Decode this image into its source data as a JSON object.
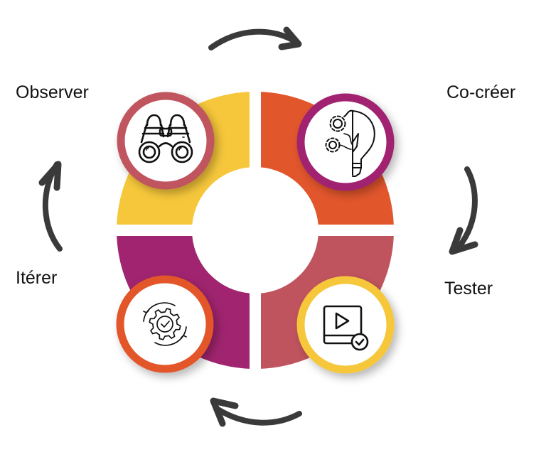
{
  "diagram": {
    "type": "cycle",
    "direction": "clockwise",
    "steps": [
      {
        "id": "observer",
        "label": "Observer",
        "icon": "binoculars-icon",
        "segment_color": "#F6C73B",
        "ring_color": "#C0545E",
        "position": "top-left"
      },
      {
        "id": "cocreer",
        "label": "Co-créer",
        "icon": "lightbulb-gears-icon",
        "segment_color": "#E2562C",
        "ring_color": "#A0246F",
        "position": "top-right"
      },
      {
        "id": "tester",
        "label": "Tester",
        "icon": "video-check-icon",
        "segment_color": "#C0545E",
        "ring_color": "#F6C73B",
        "position": "bottom-right"
      },
      {
        "id": "iterer",
        "label": "Itérer",
        "icon": "gear-cycle-check-icon",
        "segment_color": "#A0246F",
        "ring_color": "#E2562C",
        "position": "bottom-left"
      }
    ],
    "arrows": [
      {
        "from": "observer",
        "to": "cocreer",
        "position": "top"
      },
      {
        "from": "cocreer",
        "to": "tester",
        "position": "right"
      },
      {
        "from": "tester",
        "to": "iterer",
        "position": "bottom"
      },
      {
        "from": "iterer",
        "to": "observer",
        "position": "left"
      }
    ],
    "arrow_color": "#3a3a3a"
  }
}
